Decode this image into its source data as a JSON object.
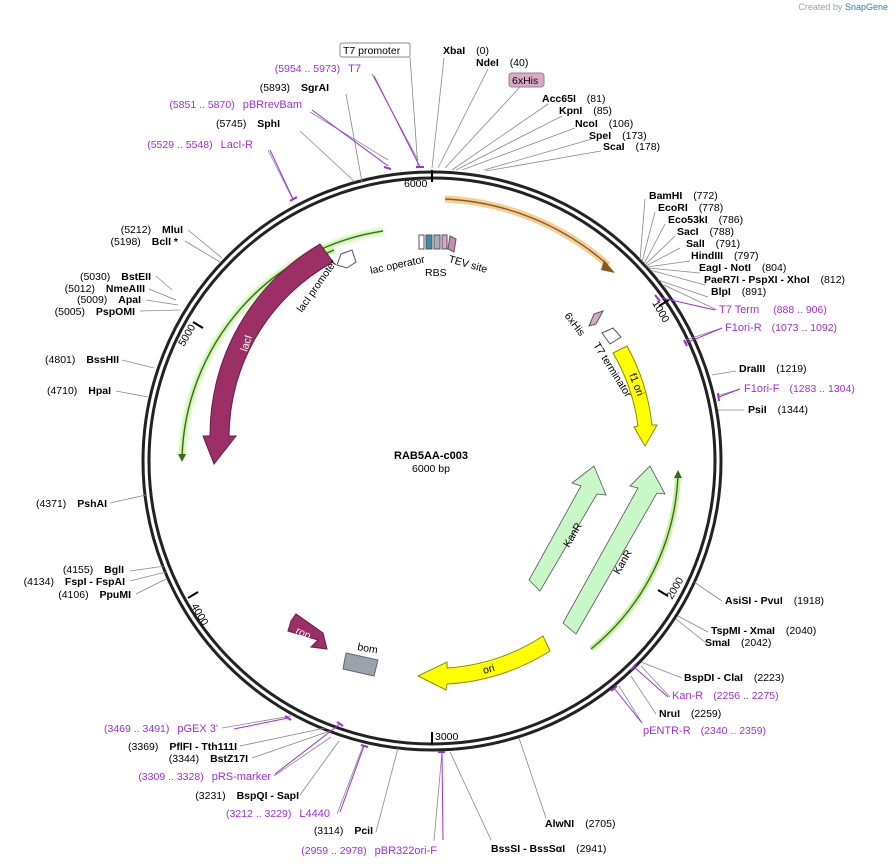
{
  "credit": {
    "created_by": "Created by",
    "brand": "SnapGene"
  },
  "map": {
    "name": "RAB5AA-c003",
    "length_label": "6000 bp",
    "ticks": [
      "1000",
      "2000",
      "3000",
      "4000",
      "5000",
      "6000"
    ]
  },
  "sites": [
    {
      "name": "XbaI",
      "pos": "(0)"
    },
    {
      "name": "NdeI",
      "pos": "(40)"
    },
    {
      "name": "Acc65I",
      "pos": "(81)"
    },
    {
      "name": "KpnI",
      "pos": "(85)"
    },
    {
      "name": "NcoI",
      "pos": "(106)"
    },
    {
      "name": "SpeI",
      "pos": "(173)"
    },
    {
      "name": "ScaI",
      "pos": "(178)"
    },
    {
      "name": "BamHI",
      "pos": "(772)"
    },
    {
      "name": "EcoRI",
      "pos": "(778)"
    },
    {
      "name": "Eco53kI",
      "pos": "(786)"
    },
    {
      "name": "SacI",
      "pos": "(788)"
    },
    {
      "name": "SalI",
      "pos": "(791)"
    },
    {
      "name": "HindIII",
      "pos": "(797)"
    },
    {
      "name": "EagI - NotI",
      "pos": "(804)"
    },
    {
      "name": "PaeR7I - PspXI - XhoI",
      "pos": "(812)"
    },
    {
      "name": "BlpI",
      "pos": "(891)"
    },
    {
      "name": "DraIII",
      "pos": "(1219)"
    },
    {
      "name": "PsiI",
      "pos": "(1344)"
    },
    {
      "name": "AsiSI - PvuI",
      "pos": "(1918)"
    },
    {
      "name": "TspMI - XmaI",
      "pos": "(2040)"
    },
    {
      "name": "SmaI",
      "pos": "(2042)"
    },
    {
      "name": "BspDI - ClaI",
      "pos": "(2223)"
    },
    {
      "name": "NruI",
      "pos": "(2259)"
    },
    {
      "name": "AlwNI",
      "pos": "(2705)"
    },
    {
      "name": "BssSI - BssSαI",
      "pos": "(2941)"
    },
    {
      "name": "PciI",
      "pos": "(3114)"
    },
    {
      "name": "BspQI - SapI",
      "pos": "(3231)"
    },
    {
      "name": "BstZ17I",
      "pos": "(3344)"
    },
    {
      "name": "PflFI - Tth111I",
      "pos": "(3369)"
    },
    {
      "name": "PpuMI",
      "pos": "(4106)"
    },
    {
      "name": "FspI - FspAI",
      "pos": "(4134)"
    },
    {
      "name": "BglI",
      "pos": "(4155)"
    },
    {
      "name": "PshAI",
      "pos": "(4371)"
    },
    {
      "name": "HpaI",
      "pos": "(4710)"
    },
    {
      "name": "BssHII",
      "pos": "(4801)"
    },
    {
      "name": "PspOMI",
      "pos": "(5005)"
    },
    {
      "name": "ApaI",
      "pos": "(5009)"
    },
    {
      "name": "NmeAIII",
      "pos": "(5012)"
    },
    {
      "name": "BstEII",
      "pos": "(5030)"
    },
    {
      "name": "BclI *",
      "pos": "(5198)"
    },
    {
      "name": "MluI",
      "pos": "(5212)"
    },
    {
      "name": "SphI",
      "pos": "(5745)"
    },
    {
      "name": "SgrAI",
      "pos": "(5893)"
    }
  ],
  "primers": [
    {
      "name": "T7",
      "range": "(5954 .. 5973)"
    },
    {
      "name": "pBRrevBam",
      "range": "(5851 .. 5870)"
    },
    {
      "name": "LacI-R",
      "range": "(5529 .. 5548)"
    },
    {
      "name": "T7 Term",
      "range": "(888 .. 906)"
    },
    {
      "name": "F1ori-R",
      "range": "(1073 .. 1092)"
    },
    {
      "name": "F1ori-F",
      "range": "(1283 .. 1304)"
    },
    {
      "name": "Kan-R",
      "range": "(2256 .. 2275)"
    },
    {
      "name": "pENTR-R",
      "range": "(2340 .. 2359)"
    },
    {
      "name": "pBR322ori-F",
      "range": "(2959 .. 2978)"
    },
    {
      "name": "L4440",
      "range": "(3212 .. 3229)"
    },
    {
      "name": "pRS-marker",
      "range": "(3309 .. 3328)"
    },
    {
      "name": "pGEX 3'",
      "range": "(3469 .. 3491)"
    }
  ],
  "features": {
    "t7_promoter": "T7 promoter",
    "his_top": "6xHis",
    "lac_operator": "lac operator",
    "rbs": "RBS",
    "tev_site": "TEV site",
    "lacI_promoter": "lacI promoter",
    "lacI": "lacI",
    "his_inner": "6xHis",
    "t7_terminator": "T7 terminator",
    "f1_ori": "f1 ori",
    "kanR_1": "KanR",
    "kanR_2": "KanR",
    "ori": "ori",
    "rop": "rop",
    "bom": "bom"
  }
}
